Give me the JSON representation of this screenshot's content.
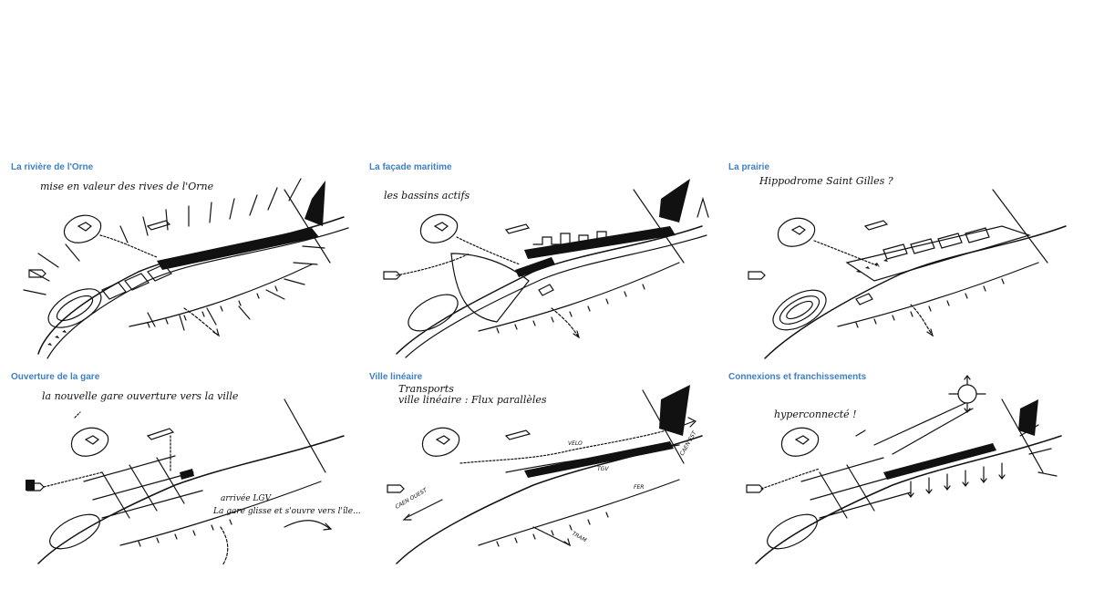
{
  "panels": [
    {
      "title": "La rivière de l'Orne",
      "notes": [
        "mise en valeur des rives de l'Orne"
      ]
    },
    {
      "title": "La façade maritime",
      "notes": [
        "les bassins actifs"
      ]
    },
    {
      "title": "La prairie",
      "notes": [
        "Hippodrome Saint Gilles ?"
      ]
    },
    {
      "title": "Ouverture de la gare",
      "notes": [
        "la nouvelle gare ouverture vers la ville",
        "arrivée LGV",
        "La gare glisse et s'ouvre vers l'île..."
      ]
    },
    {
      "title": "Ville linéaire",
      "notes": [
        "Transports",
        "ville linéaire : Flux parallèles"
      ],
      "labels": [
        "VELO",
        "TGV",
        "FER",
        "CAEN OUEST",
        "TRAM",
        "CAEN EST"
      ]
    },
    {
      "title": "Connexions et franchissements",
      "notes": [
        "hyperconnecté !"
      ]
    }
  ],
  "colors": {
    "title": "#3f7fc4",
    "ink": "#111111"
  }
}
